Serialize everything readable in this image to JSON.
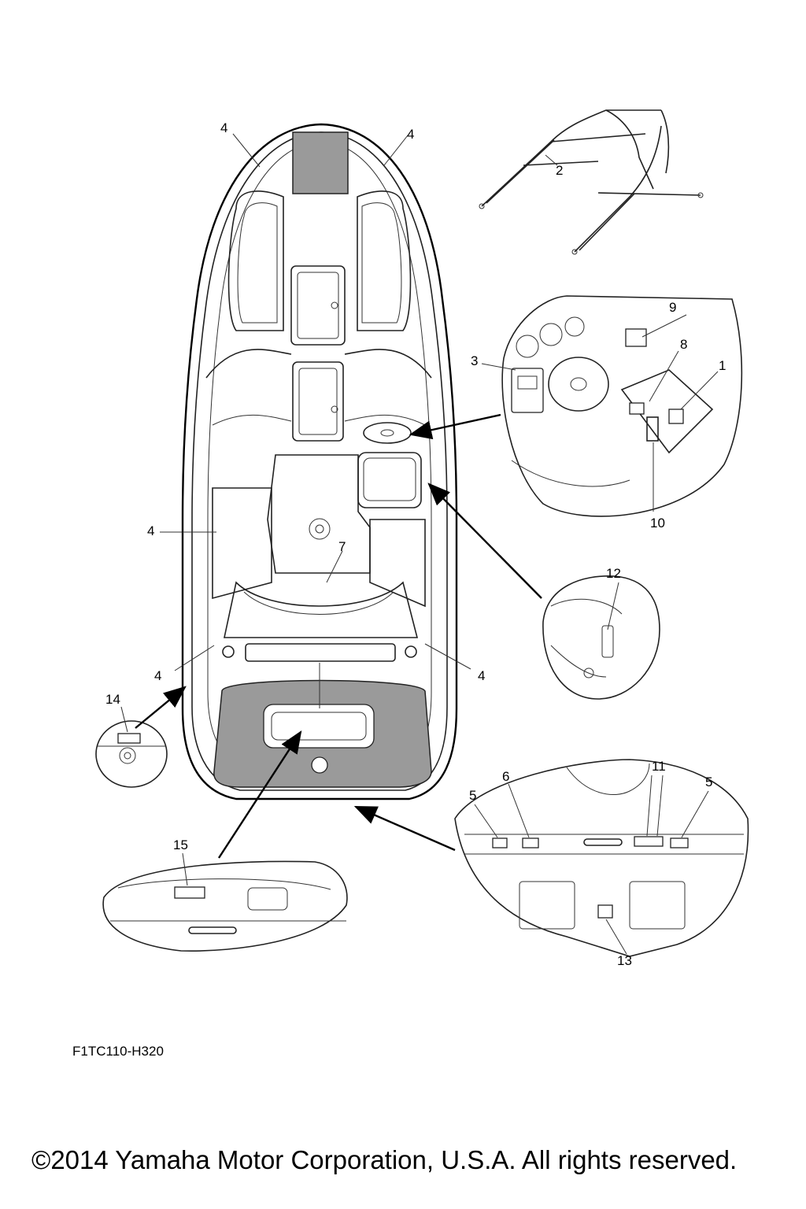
{
  "callouts": [
    "1",
    "2",
    "3",
    "4",
    "5",
    "6",
    "7",
    "8",
    "9",
    "10",
    "11",
    "12",
    "13",
    "14",
    "15"
  ],
  "figure_code": "F1TC110-H320",
  "copyright": "©2014 Yamaha Motor Corporation, U.S.A. All rights reserved."
}
